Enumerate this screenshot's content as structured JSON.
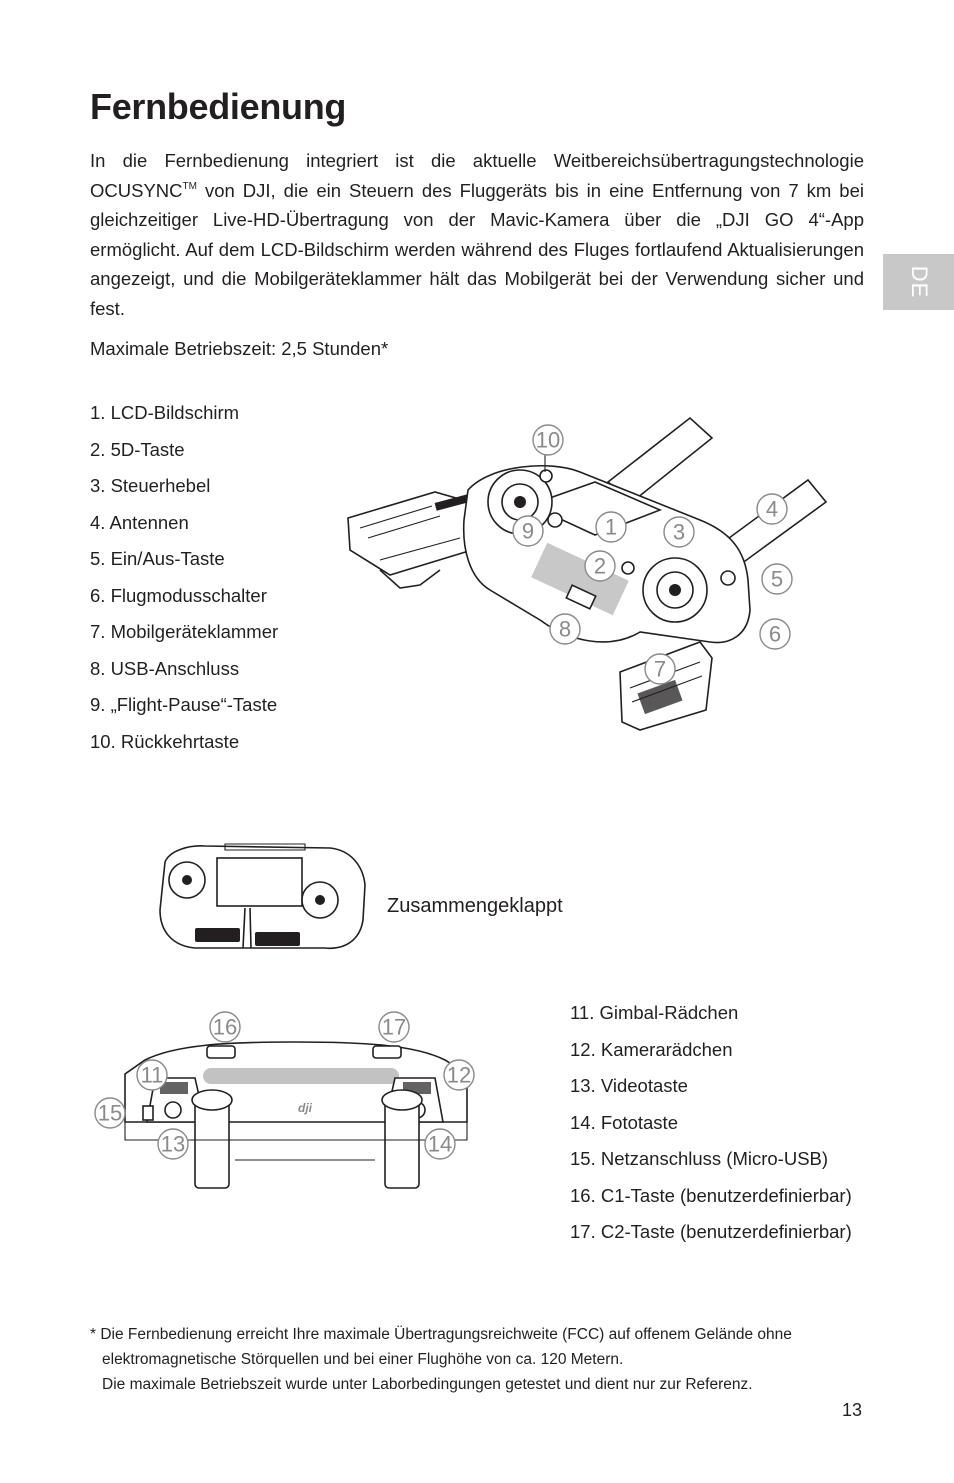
{
  "page": {
    "title": "Fernbedienung",
    "intro": {
      "before_tm": "In die Fernbedienung integriert ist die aktuelle Weitbereichsübertragungstechnologie OCUSYNC",
      "tm": "TM",
      "after_tm": " von DJI, die ein Steuern des Fluggeräts bis in eine Entfernung von 7 km bei gleichzeitiger Live-HD-Übertragung von der Mavic-Kamera über die „DJI GO 4“-App ermöglicht. Auf dem LCD-Bildschirm werden während des Fluges fortlaufend Aktualisierungen angezeigt, und die Mobilgeräteklammer hält das Mobilgerät bei der Verwendung sicher und fest."
    },
    "runtime": "Maximale Betriebszeit: 2,5 Stunden*",
    "side_tab": "DE",
    "page_number": "13"
  },
  "parts_top": [
    "1. LCD-Bildschirm",
    "2. 5D-Taste",
    "3. Steuerhebel",
    "4. Antennen",
    "5. Ein/Aus-Taste",
    "6. Flugmodusschalter",
    "7. Mobilgeräteklammer",
    "8. USB-Anschluss",
    "9. „Flight-Pause“-Taste",
    "10. Rückkehrtaste"
  ],
  "parts_bottom": [
    "11. Gimbal-Rädchen",
    "12. Kamerarädchen",
    "13. Videotaste",
    "14. Fototaste",
    "15. Netzanschluss (Micro-USB)",
    "16. C1-Taste (benutzerdefinierbar)",
    "17. C2-Taste (benutzerdefinierbar)"
  ],
  "folded_label": "Zusammengeklappt",
  "callouts_top": [
    "10",
    "9",
    "1",
    "3",
    "4",
    "2",
    "5",
    "8",
    "6",
    "7"
  ],
  "callouts_bottom": [
    "16",
    "17",
    "11",
    "12",
    "15",
    "13",
    "14"
  ],
  "footnote": {
    "line1": "* Die Fernbedienung erreicht Ihre maximale Übertragungsreichweite (FCC) auf offenem Gelände ohne",
    "line2": "elektromagnetische Störquellen und bei einer Flughöhe von ca. 120 Metern.",
    "line3": "Die maximale Betriebszeit wurde unter Laborbedingungen getestet und dient nur zur Referenz."
  },
  "colors": {
    "text": "#231f20",
    "callout": "#8a8a8a",
    "side_tab_bg": "#c8c8c8"
  }
}
